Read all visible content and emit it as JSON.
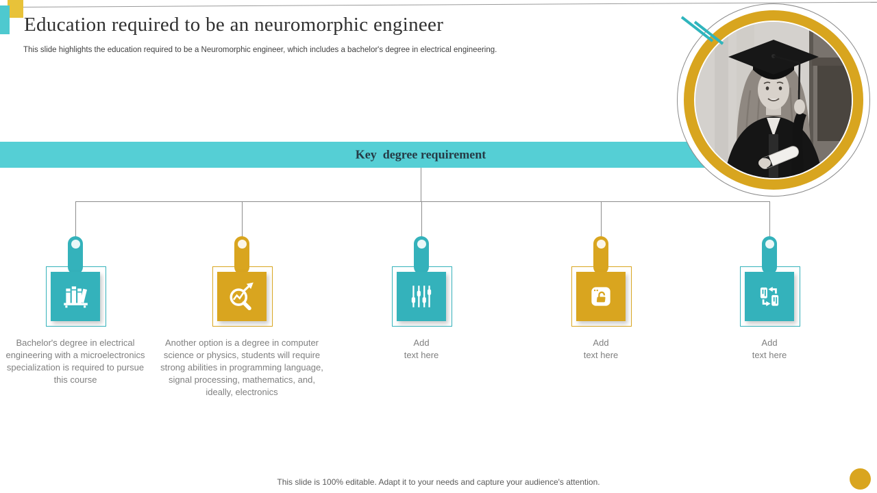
{
  "slide": {
    "title": "Education required to be an neuromorphic engineer",
    "subtitle": "This slide highlights the education required to be a Neuromorphic engineer, which includes a bachelor's degree in electrical engineering.",
    "banner_label": "Key  degree requirement",
    "footer_note": "This slide is 100% editable. Adapt it to your needs and capture your audience's attention."
  },
  "colors": {
    "banner_teal": "#55CFD5",
    "node_teal": "#34B2BB",
    "node_yellow": "#D9A51F",
    "ring_yellow": "#D8A51F",
    "body_text_gray": "#7F7F7F",
    "footer_gray": "#595959",
    "connector_gray": "#8C8C8C"
  },
  "image": {
    "description": "grayscale photo of a smiling female graduate wearing mortarboard cap and gown, holding a diploma scroll"
  },
  "nodes": [
    {
      "color": "teal",
      "icon": "bookshelf-icon",
      "text": "Bachelor's degree in electrical engineering with a microelectronics specialization is required to pursue this course"
    },
    {
      "color": "yellow",
      "icon": "analytics-magnifier-icon",
      "text": "Another option is a degree in computer science or physics, students will require strong abilities in programming language, signal processing, mathematics, and, ideally,  electronics"
    },
    {
      "color": "teal",
      "icon": "sliders-icon",
      "text": "Add\ntext here"
    },
    {
      "color": "yellow",
      "icon": "unlock-app-icon",
      "text": "Add\ntext here"
    },
    {
      "color": "teal",
      "icon": "exchange-icon",
      "text": "Add\ntext here"
    }
  ]
}
